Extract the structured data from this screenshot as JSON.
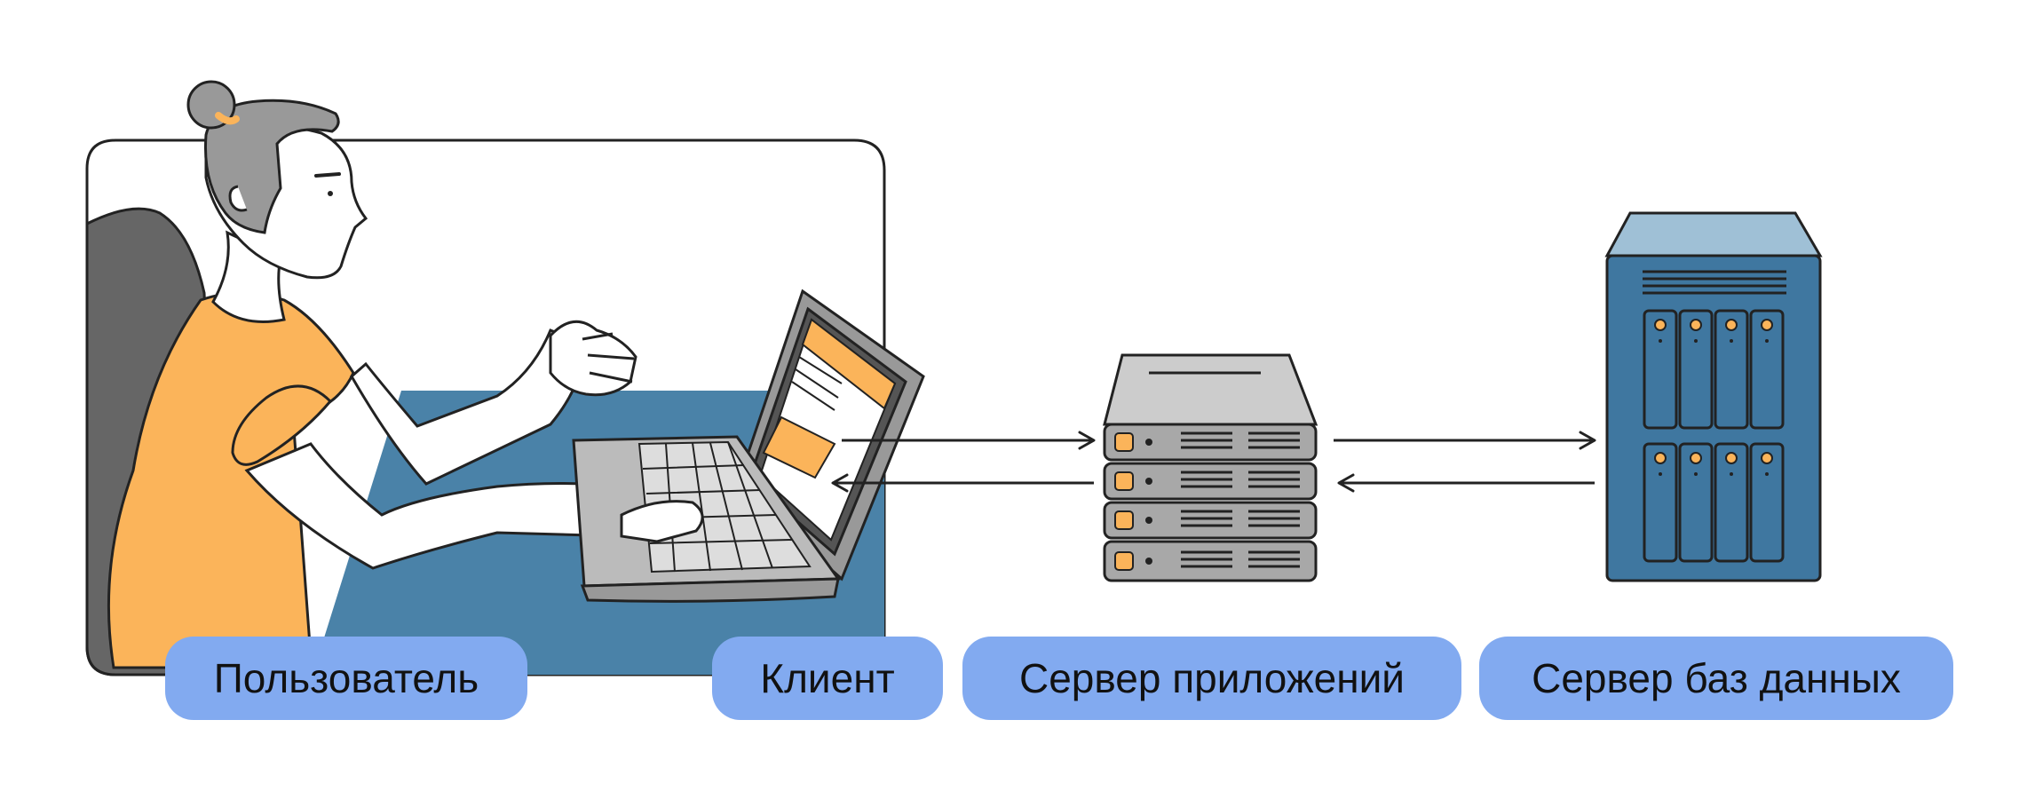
{
  "labels": {
    "user": "Пользователь",
    "client": "Клиент",
    "app_server": "Сервер приложений",
    "db_server": "Сервер баз данных"
  },
  "colors": {
    "label_bg": "#82aaf0",
    "desk_blue": "#4a82a8",
    "shirt_orange": "#fbb45a",
    "chair_gray": "#666666",
    "hair_gray": "#999999",
    "server_gray": "#a8a8a8",
    "db_blue": "#3f77a0",
    "db_top": "#9fc0d6",
    "accent_orange": "#fbb45a"
  },
  "icons": {
    "user": "person-at-laptop-illustration",
    "client": "laptop-icon",
    "app_server": "rack-server-icon",
    "db_server": "database-server-icon"
  }
}
